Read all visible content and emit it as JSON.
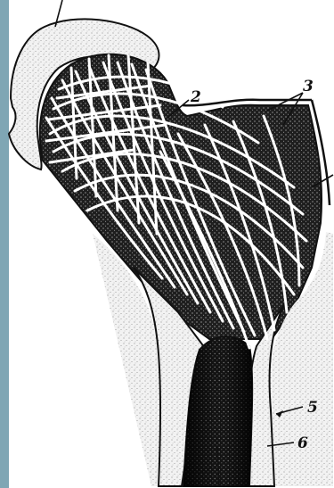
{
  "figure": {
    "callouts": [
      {
        "id": "1",
        "label": ""
      },
      {
        "id": "2",
        "label": "2"
      },
      {
        "id": "3",
        "label": "3"
      },
      {
        "id": "4",
        "label": ""
      },
      {
        "id": "5",
        "label": "5"
      },
      {
        "id": "6",
        "label": "6"
      },
      {
        "id": "7",
        "label": ""
      }
    ],
    "colors": {
      "frame": "#7fa6b4",
      "ink": "#111111",
      "spongy_dark": "#1e1e1e",
      "cortex_light": "#eeeeee",
      "background": "#ffffff"
    }
  }
}
